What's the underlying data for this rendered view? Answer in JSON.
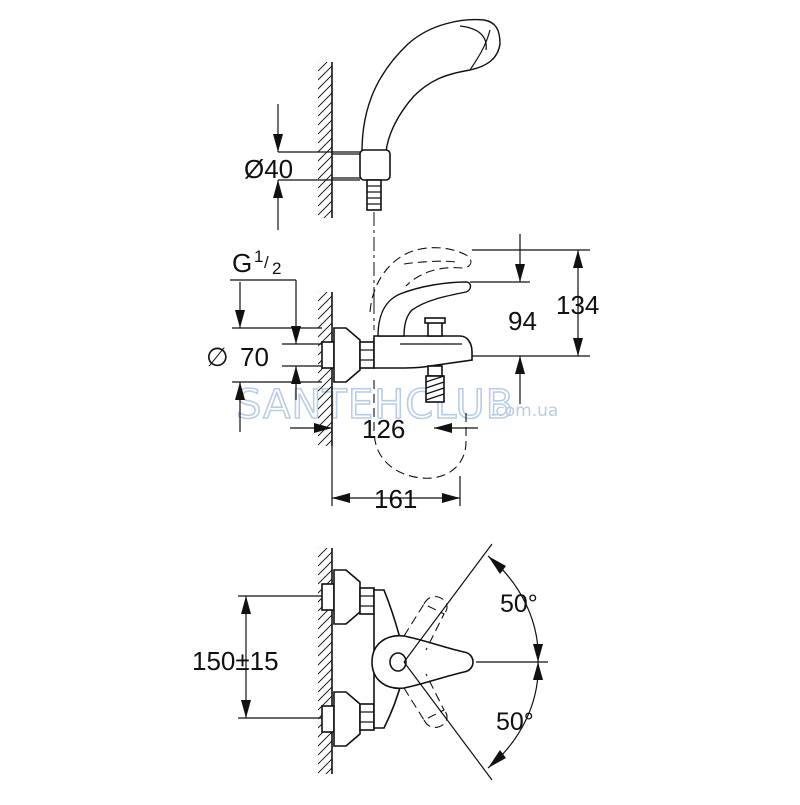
{
  "dimensions": {
    "hose_diameter": "Ø40",
    "thread_label": "G",
    "thread_num": "1",
    "thread_den": "2",
    "escutcheon_symbol": "∅",
    "escutcheon_value": "70",
    "lever_height": "94",
    "total_height": "134",
    "spout_reach": "126",
    "total_depth": "161",
    "centers": "150±15",
    "angle_up": "50°",
    "angle_down": "50°"
  },
  "watermark": {
    "brand": "SANTEHCLUB",
    "domain": ".com.ua"
  }
}
